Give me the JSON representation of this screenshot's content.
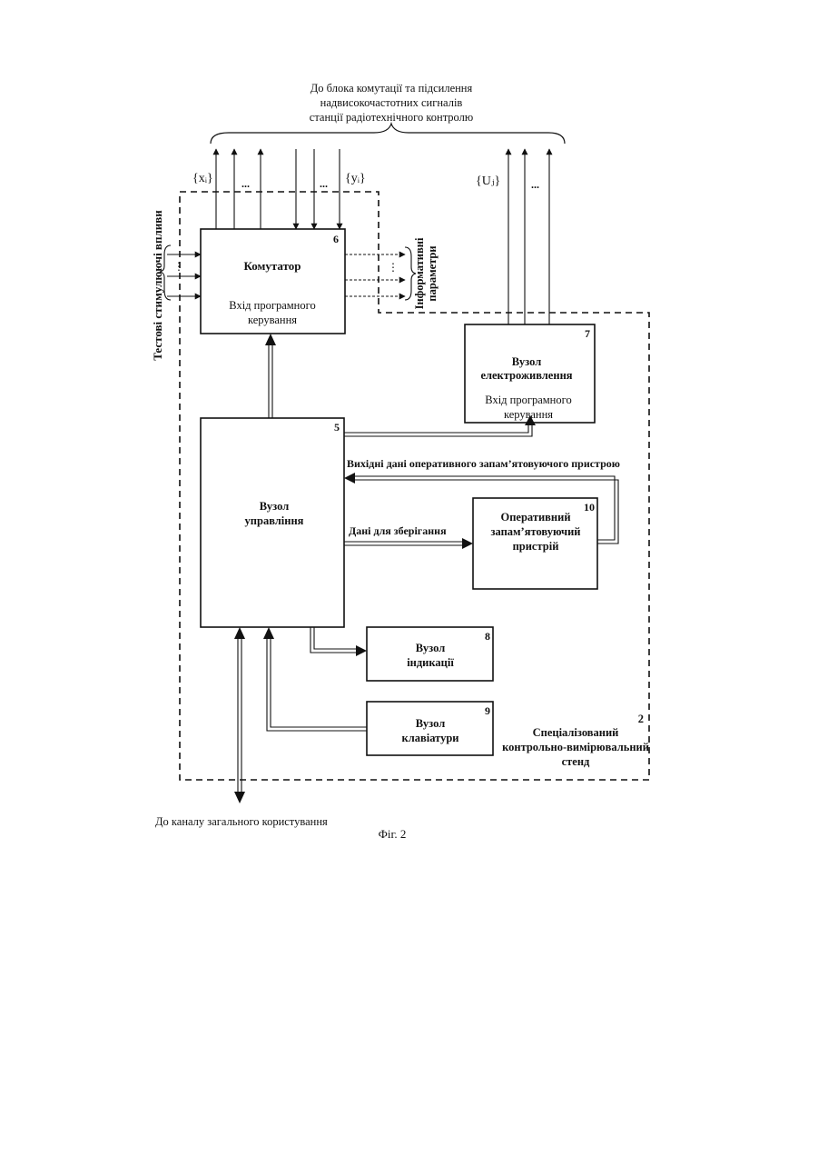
{
  "top_caption": {
    "line1": "До блока комутації та підсилення",
    "line2": "надвисокочастотних сигналів",
    "line3": "станції радіотехнічного контролю"
  },
  "signals": {
    "x": "{xᵢ}",
    "y": "{yᵢ}",
    "u": "{Uⱼ}",
    "dots": "...",
    "vdots": "⋮"
  },
  "left_label": "Тестові стимулюючі впливи",
  "right_label": {
    "line1": "Інформативні",
    "line2": "параметри"
  },
  "blocks": {
    "commutator": {
      "number": "6",
      "title": "Комутатор",
      "sub1": "Вхід програмного",
      "sub2": "керування"
    },
    "power": {
      "number": "7",
      "title1": "Вузол",
      "title2": "електроживлення",
      "sub1": "Вхід програмного",
      "sub2": "керування"
    },
    "control": {
      "number": "5",
      "title1": "Вузол",
      "title2": "управління"
    },
    "ram": {
      "number": "10",
      "title1": "Оперативний",
      "title2": "запам’ятовуючий",
      "title3": "пристрій"
    },
    "indication": {
      "number": "8",
      "title1": "Вузол",
      "title2": "індикації"
    },
    "keyboard": {
      "number": "9",
      "title1": "Вузол",
      "title2": "клавіатури"
    }
  },
  "links": {
    "ram_output": "Вихідні дані оперативного запам’ятовуючого пристрою",
    "data_store": "Дані для зберігання"
  },
  "stand": {
    "number": "2",
    "line1": "Спеціалізований",
    "line2": "контрольно-вимірювальний",
    "line3": "стенд"
  },
  "bottom_label": "До каналу загального користування",
  "figure_caption": "Фіг. 2"
}
